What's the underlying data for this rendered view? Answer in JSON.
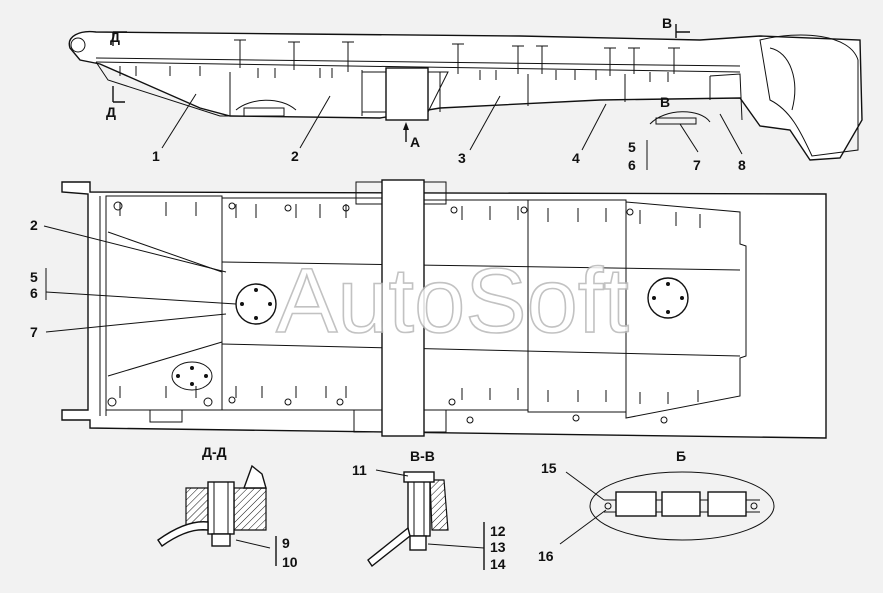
{
  "watermark": "AutoSoft",
  "section_titles": {
    "dd": "Д-Д",
    "vv": "В-В",
    "b": "Б"
  },
  "view_markers": {
    "d_top": "Д",
    "d_bottom": "Д",
    "v_top": "В",
    "v_mid": "В",
    "a_arrow": "А"
  },
  "callouts_side": [
    "1",
    "2",
    "3",
    "4",
    "5",
    "6",
    "7",
    "8"
  ],
  "callouts_plan": [
    "2",
    "5",
    "6",
    "7"
  ],
  "callouts_details": [
    "9",
    "10",
    "11",
    "12",
    "13",
    "14",
    "15",
    "16"
  ]
}
